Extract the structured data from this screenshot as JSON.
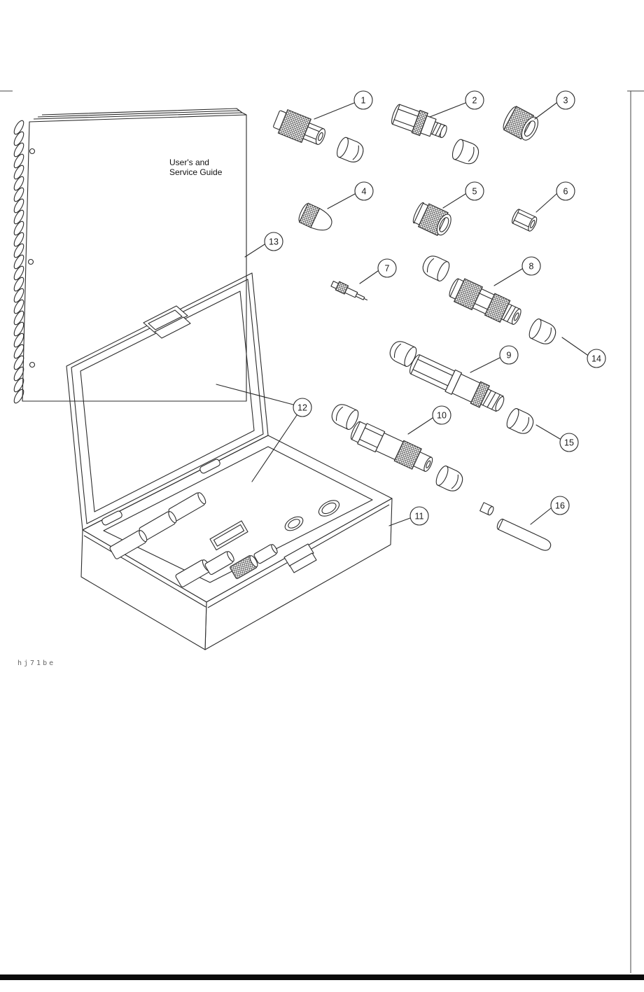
{
  "page": {
    "caption": "hj71be"
  },
  "book": {
    "title_line1": "User's and",
    "title_line2": "Service Guide"
  },
  "callouts": {
    "labels": [
      "1",
      "2",
      "3",
      "4",
      "5",
      "6",
      "7",
      "8",
      "9",
      "10",
      "11",
      "12",
      "13",
      "14",
      "15",
      "16"
    ]
  },
  "colors": {
    "line": "#2b2b2b",
    "background": "#ffffff",
    "footer_bar": "#0a0a0a"
  }
}
